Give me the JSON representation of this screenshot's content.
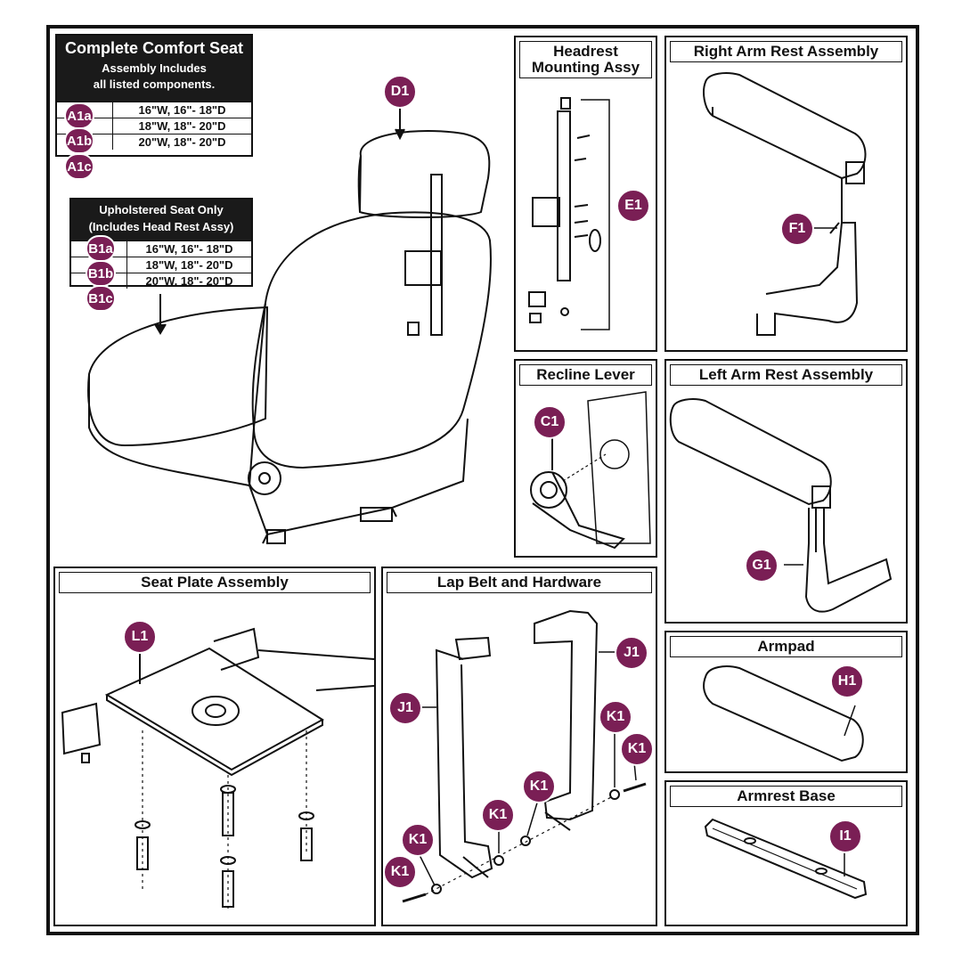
{
  "complete_seat": {
    "title": "Complete Comfort Seat",
    "subtitle_1": "Assembly Includes",
    "subtitle_2": "all listed components.",
    "rows": [
      {
        "code": "A1a",
        "size": "16\"W, 16\"- 18\"D"
      },
      {
        "code": "A1b",
        "size": "18\"W, 18\"- 20\"D"
      },
      {
        "code": "A1c",
        "size": "20\"W, 18\"- 20\"D"
      }
    ]
  },
  "upholstered_seat": {
    "title_1": "Upholstered Seat Only",
    "title_2": "(Includes Head Rest Assy)",
    "rows": [
      {
        "code": "B1a",
        "size": "16\"W, 16\"- 18\"D"
      },
      {
        "code": "B1b",
        "size": "18\"W, 18\"- 20\"D"
      },
      {
        "code": "B1c",
        "size": "20\"W, 18\"- 20\"D"
      }
    ]
  },
  "panels": {
    "headrest": {
      "title_1": "Headrest",
      "title_2": "Mounting Assy"
    },
    "right_arm": {
      "title": "Right Arm Rest Assembly"
    },
    "recline": {
      "title": "Recline Lever"
    },
    "left_arm": {
      "title": "Left Arm Rest Assembly"
    },
    "armpad": {
      "title": "Armpad"
    },
    "armrest_base": {
      "title": "Armrest Base"
    },
    "seat_plate": {
      "title": "Seat Plate Assembly"
    },
    "lap_belt": {
      "title": "Lap Belt and Hardware"
    }
  },
  "callouts": {
    "d1": "D1",
    "e1": "E1",
    "f1": "F1",
    "c1": "C1",
    "g1": "G1",
    "h1": "H1",
    "i1": "I1",
    "l1": "L1",
    "j1": "J1",
    "k1": "K1"
  },
  "colors": {
    "badge": "#7a1f55",
    "line": "#111111"
  }
}
